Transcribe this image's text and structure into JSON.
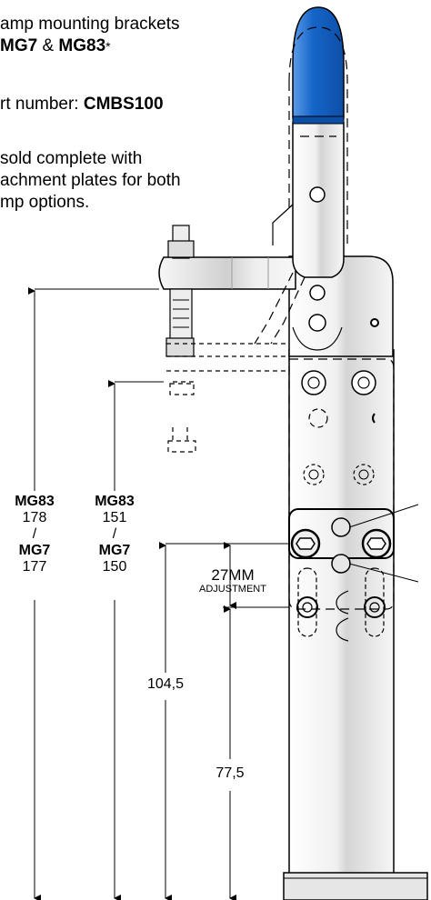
{
  "intro": {
    "line1": "amp mounting brackets",
    "line2_model_a": "MG7",
    "line2_amp": " & ",
    "line2_model_b": "MG83",
    "line2_star": "*",
    "part_label": "rt number: ",
    "part_number": "CMBS100",
    "desc1": "sold complete with",
    "desc2": "achment plates for both",
    "desc3": "mp options."
  },
  "dims": {
    "left": {
      "m1": "MG83",
      "v1": "178",
      "sep": "/",
      "m2": "MG7",
      "v2": "177"
    },
    "mid": {
      "m1": "MG83",
      "v1": "151",
      "sep": "/",
      "m2": "MG7",
      "v2": "150"
    },
    "h1": "104,5",
    "h2": "77,5",
    "adj1": "27MM",
    "adj2": "ADJUSTMENT"
  },
  "colors": {
    "handle_blue": "#1565c8",
    "line": "#000000",
    "metal_light": "#f2f2f2",
    "metal_mid": "#d9d9d9"
  }
}
